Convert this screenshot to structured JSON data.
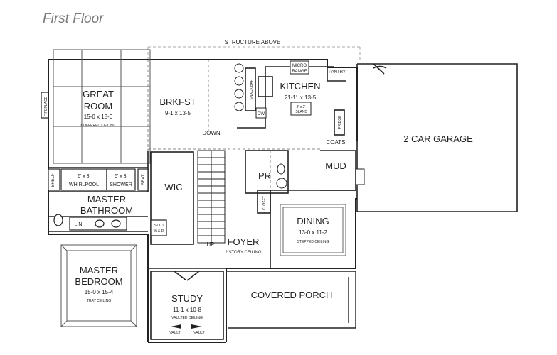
{
  "page_title": "First Floor",
  "structure_note": "STRUCTURE ABOVE",
  "rooms": {
    "great_room": {
      "name1": "GREAT",
      "name2": "ROOM",
      "dims": "15-0 x 18-0",
      "note": "COFFERED CEILING"
    },
    "brkfst": {
      "name": "BRKFST",
      "dims": "9-1 x 13-5"
    },
    "kitchen": {
      "name": "KITCHEN",
      "dims": "21-11 x 13-5",
      "island1": "3' x 2'",
      "island2": "ISLAND"
    },
    "garage": {
      "name": "2 CAR GARAGE"
    },
    "mud": {
      "name": "MUD",
      "coats": "COATS"
    },
    "pr": {
      "name": "PR"
    },
    "wic": {
      "name": "WIC"
    },
    "master_bathroom": {
      "name1": "MASTER",
      "name2": "BATHROOM"
    },
    "dining": {
      "name": "DINING",
      "dims": "13-0 x 11-2",
      "note": "STEPPED CEILING"
    },
    "foyer": {
      "name": "FOYER",
      "note": "2 STORY CEILING"
    },
    "master_bedroom": {
      "name1": "MASTER",
      "name2": "BEDROOM",
      "dims": "15-0 x 15-4",
      "note": "TRAY CEILING"
    },
    "study": {
      "name": "STUDY",
      "dims": "11-1 x 10-8",
      "note": "VAULTED CEILING",
      "vault_left": "VAULT",
      "vault_right": "VAULT"
    },
    "covered_porch": {
      "name": "COVERED PORCH"
    }
  },
  "fixtures": {
    "fireplace": "FIREPLACE",
    "shelf": "SHELF",
    "whirlpool_size": "6' x 3'",
    "whirlpool": "WHIRLPOOL",
    "shower_size": "5' x 3'",
    "shower": "SHOWER",
    "seat": "SEAT",
    "lin": "LIN",
    "stkd_1": "STKD",
    "stkd_2": "W & D",
    "micro": "MICRO",
    "range": "RANGE",
    "pantry": "PANTRY",
    "snack_bar": "SNACK BAR",
    "dw": "DW",
    "fridge": "FRIDGE",
    "closet": "CLOSET",
    "down": "DOWN",
    "up": "UP"
  }
}
